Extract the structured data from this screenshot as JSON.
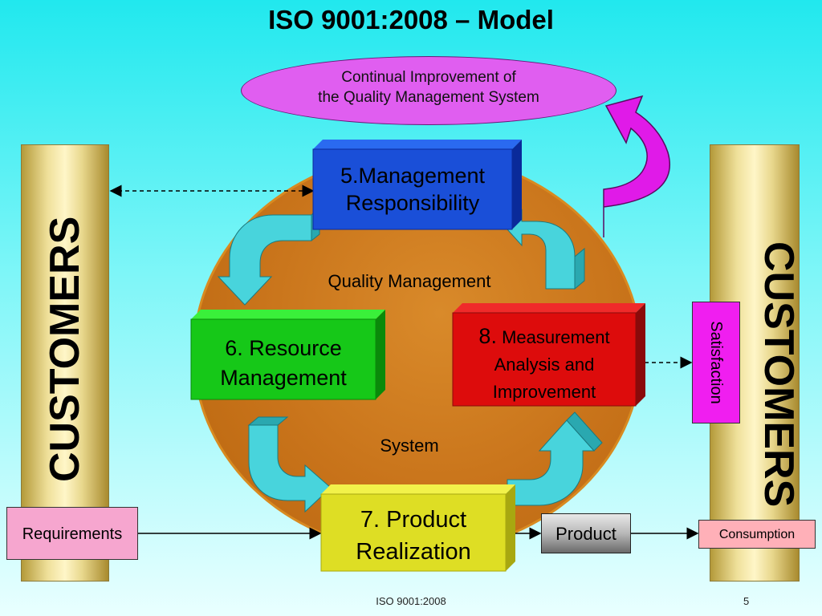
{
  "title": "ISO 9001:2008 – Model",
  "continual_improvement": {
    "line1": "Continual Improvement of",
    "line2": "the Quality Management System"
  },
  "customers_left": "CUSTOMERS",
  "customers_right": "CUSTOMERS",
  "circle": {
    "label_top": "Quality Management",
    "label_bottom": "System"
  },
  "boxes": {
    "management": {
      "line1": "5.Management",
      "line2": "Responsibility",
      "color": "#1a4fd8"
    },
    "resource": {
      "line1": "6. Resource",
      "line2": "Management",
      "color": "#16c818"
    },
    "measurement": {
      "number": "8.",
      "line1": " Measurement",
      "line2": "Analysis and",
      "line3": "Improvement",
      "color": "#dd0c0c"
    },
    "product_realization": {
      "line1": "7. Product",
      "line2": "Realization",
      "color": "#dede24"
    }
  },
  "requirements": "Requirements",
  "product": "Product",
  "consumption": "Consumption",
  "satisfaction": "Satisfaction",
  "footer": {
    "left": "ISO 9001:2008",
    "right": "5"
  },
  "colors": {
    "arrow_teal": "#48d4dc",
    "arrow_magenta": "#e01ae8",
    "requirements_bg": "#f6a6cf",
    "satisfaction_bg": "#f01ef0",
    "consumption_bg": "#ffb0b8"
  }
}
